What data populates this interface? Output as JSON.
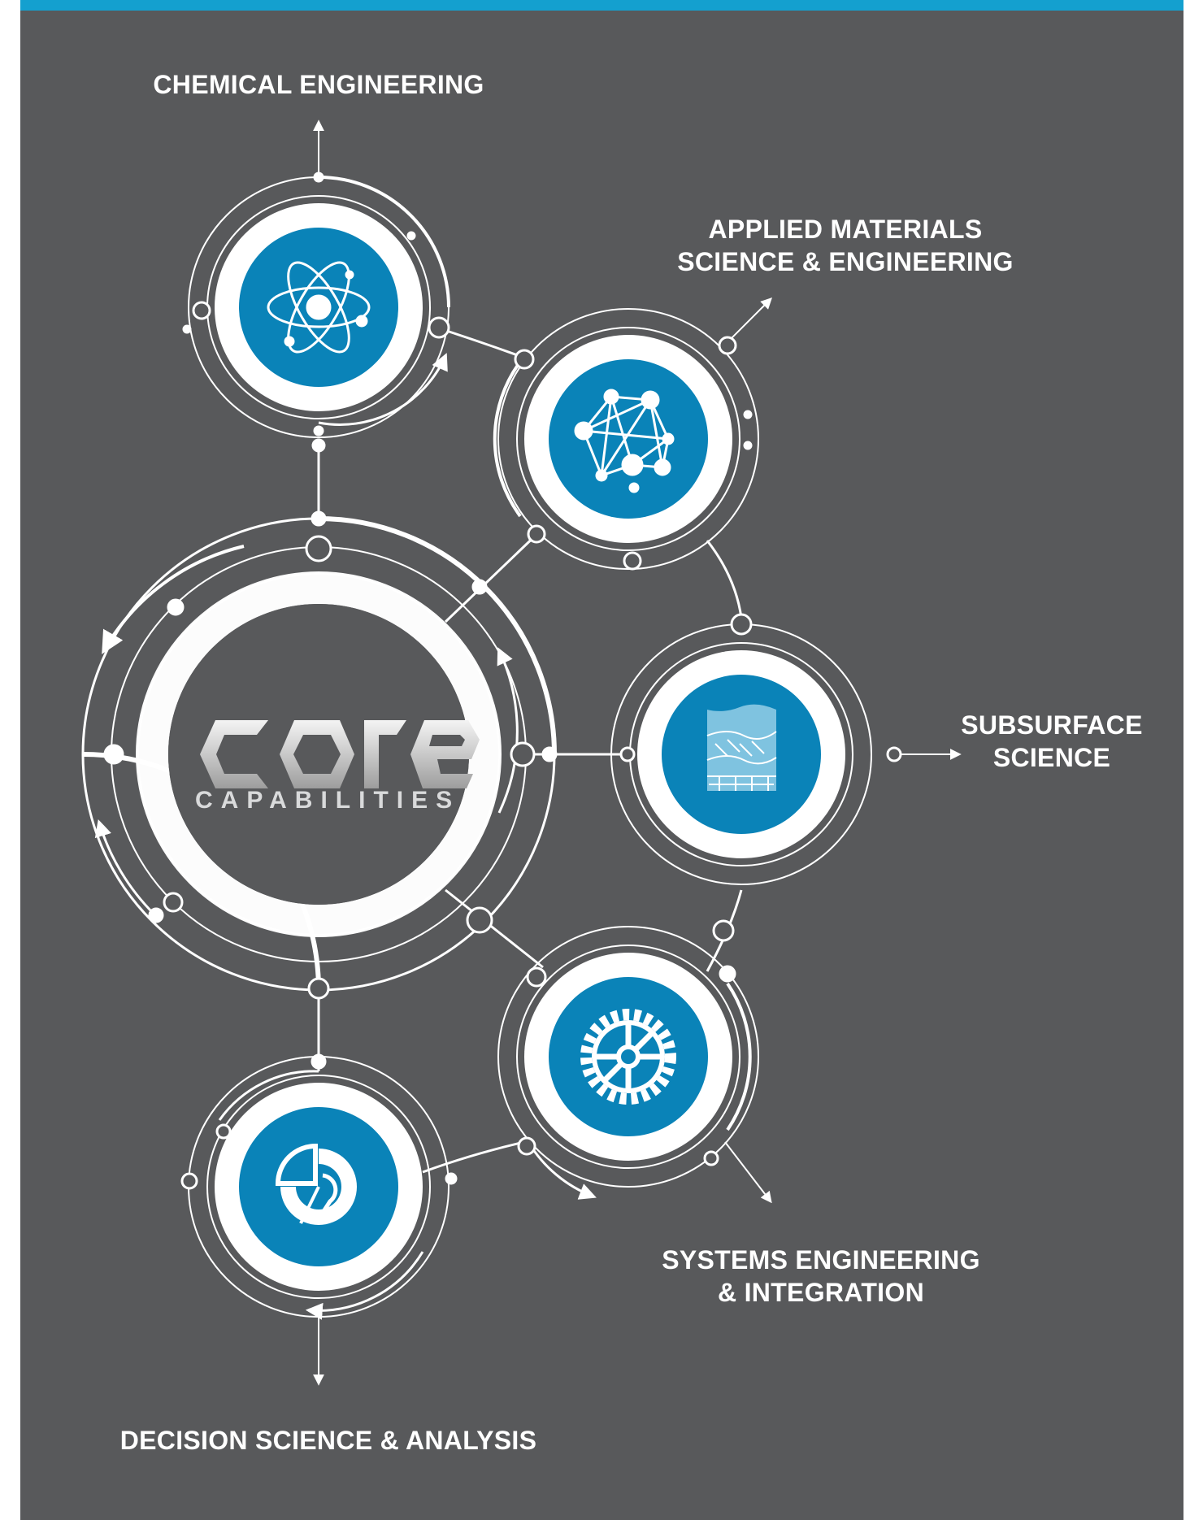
{
  "brand": {
    "word": "core",
    "subtitle": "CAPABILITIES"
  },
  "capabilities": [
    {
      "id": "chemical",
      "label": "CHEMICAL ENGINEERING",
      "icon": "atom-icon"
    },
    {
      "id": "materials",
      "label": "APPLIED MATERIALS\nSCIENCE & ENGINEERING",
      "icon": "molecular-network-icon"
    },
    {
      "id": "subsurface",
      "label": "SUBSURFACE\nSCIENCE",
      "icon": "rock-strata-icon"
    },
    {
      "id": "systems",
      "label": "SYSTEMS ENGINEERING\n& INTEGRATION",
      "icon": "gear-icon"
    },
    {
      "id": "decision",
      "label": "DECISION SCIENCE & ANALYSIS",
      "icon": "radial-chart-icon"
    }
  ],
  "colors": {
    "background": "#58595b",
    "accent_bar": "#14a0cf",
    "icon_fill": "#0a83b8",
    "line": "#ffffff"
  }
}
